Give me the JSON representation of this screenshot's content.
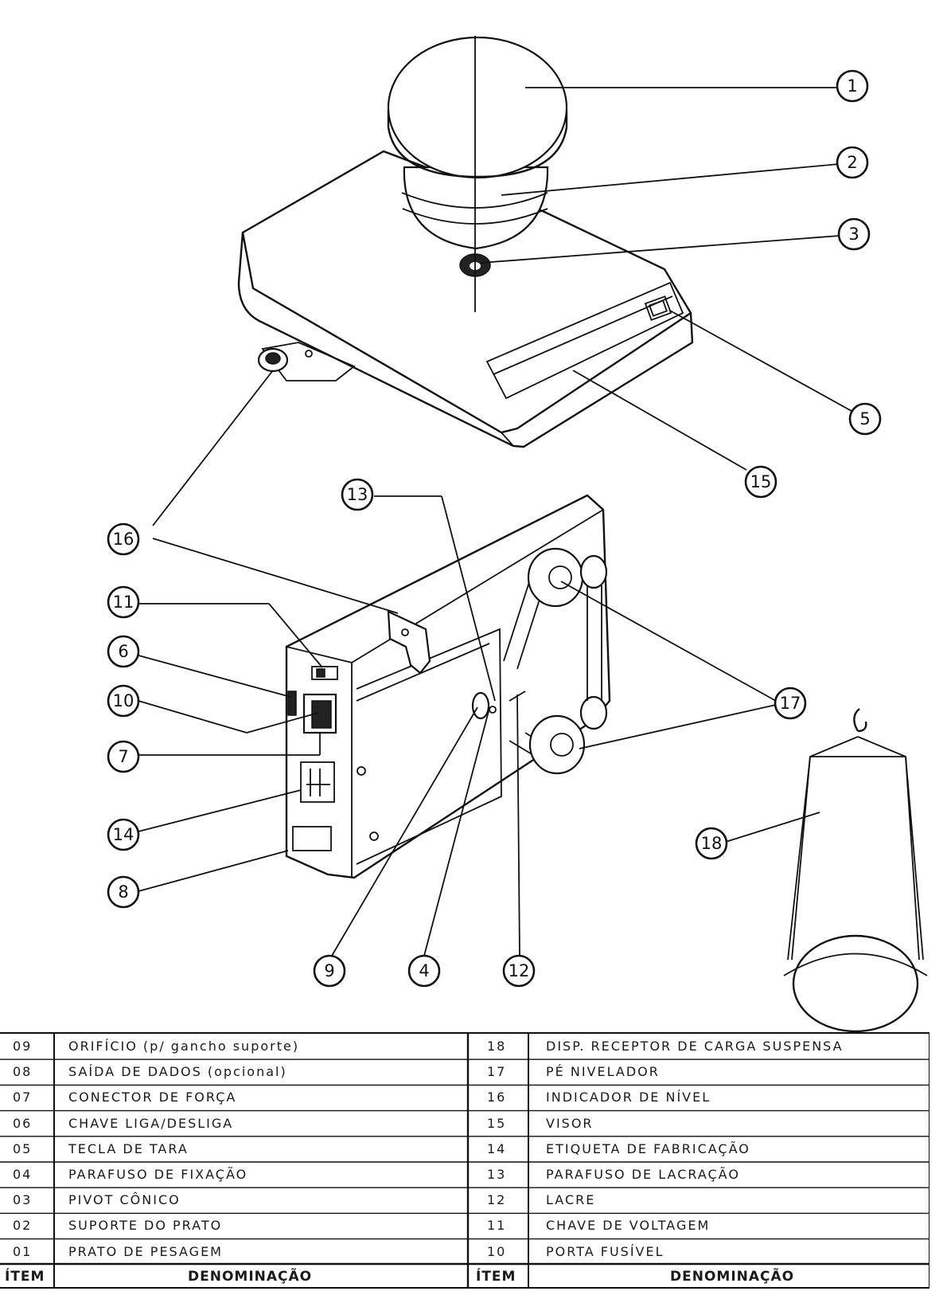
{
  "callouts": [
    {
      "n": "1"
    },
    {
      "n": "2"
    },
    {
      "n": "3"
    },
    {
      "n": "5"
    },
    {
      "n": "15"
    },
    {
      "n": "16"
    },
    {
      "n": "13"
    },
    {
      "n": "11"
    },
    {
      "n": "6"
    },
    {
      "n": "10"
    },
    {
      "n": "7"
    },
    {
      "n": "14"
    },
    {
      "n": "8"
    },
    {
      "n": "17"
    },
    {
      "n": "18"
    },
    {
      "n": "9"
    },
    {
      "n": "4"
    },
    {
      "n": "12"
    }
  ],
  "table": {
    "header": {
      "item": "ÍTEM",
      "name": "DENOMINAÇÃO"
    },
    "left": [
      {
        "item": "09",
        "name": "ORIFÍCIO (p/ gancho suporte)"
      },
      {
        "item": "08",
        "name": "SAÍDA DE DADOS (opcional)"
      },
      {
        "item": "07",
        "name": "CONECTOR DE FORÇA"
      },
      {
        "item": "06",
        "name": "CHAVE LIGA/DESLIGA"
      },
      {
        "item": "05",
        "name": "TECLA DE TARA"
      },
      {
        "item": "04",
        "name": "PARAFUSO DE FIXAÇÃO"
      },
      {
        "item": "03",
        "name": "PIVOT CÔNICO"
      },
      {
        "item": "02",
        "name": "SUPORTE DO PRATO"
      },
      {
        "item": "01",
        "name": "PRATO DE PESAGEM"
      }
    ],
    "right": [
      {
        "item": "18",
        "name": "DISP. RECEPTOR DE CARGA SUSPENSA"
      },
      {
        "item": "17",
        "name": "PÉ NIVELADOR"
      },
      {
        "item": "16",
        "name": "INDICADOR DE NÍVEL"
      },
      {
        "item": "15",
        "name": "VISOR"
      },
      {
        "item": "14",
        "name": "ETIQUETA DE FABRICAÇÃO"
      },
      {
        "item": "13",
        "name": "PARAFUSO DE LACRAÇÃO"
      },
      {
        "item": "12",
        "name": "LACRE"
      },
      {
        "item": "11",
        "name": "CHAVE DE VOLTAGEM"
      },
      {
        "item": "10",
        "name": "PORTA FUSÍVEL"
      }
    ]
  }
}
